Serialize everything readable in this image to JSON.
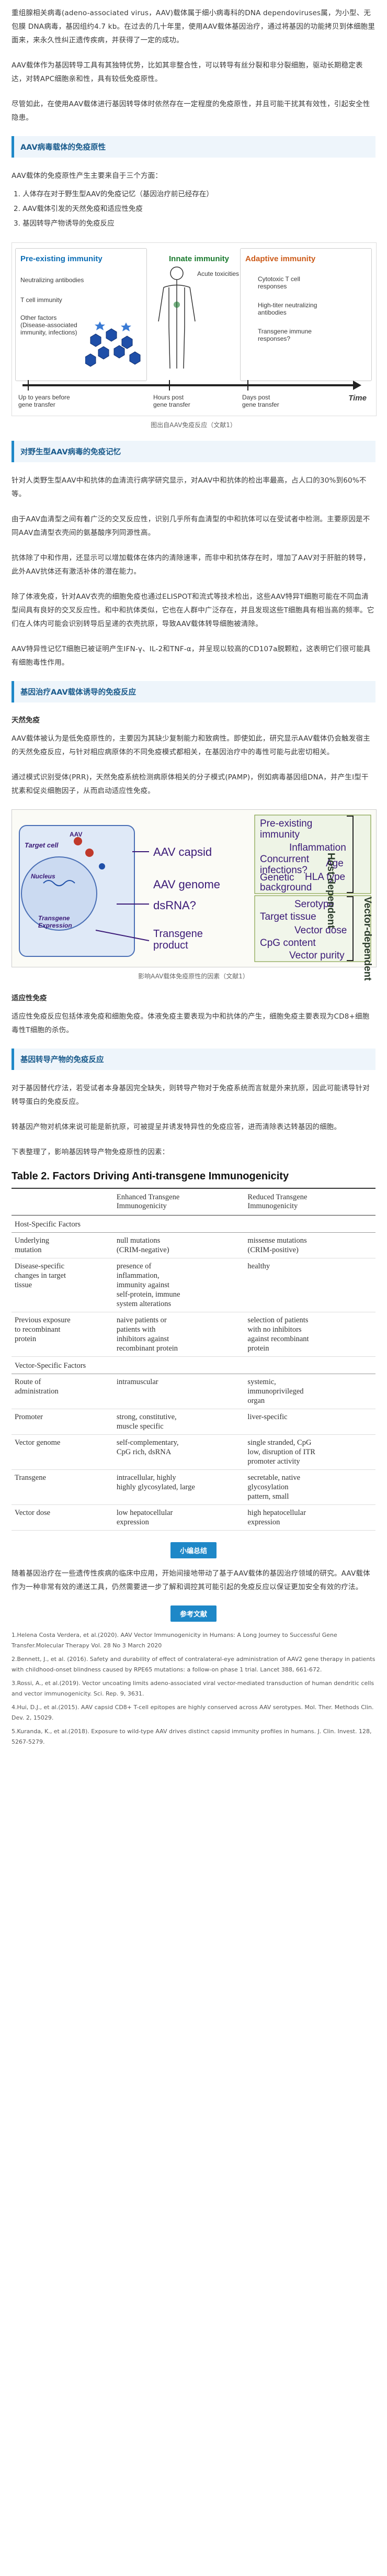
{
  "intro_paragraphs": [
    "重组腺相关病毒(adeno-associated virus，AAV)载体属于细小病毒科的DNA dependoviruses属，为小型、无包膜 DNA病毒，基因组约4.7 kb。在过去的几十年里，使用AAV载体基因治疗，通过将基因的功能拷贝到体细胞里面来，来永久性纠正遗传疾病，并获得了一定的成功。",
    "AAV载体作为基因转导工具有其独特优势，比如其非整合性，可以转导有丝分裂和非分裂细胞，驱动长期稳定表达，对转APC细胞亲和性，具有较低免疫原性。",
    "尽管如此，在使用AAV载体进行基因转导体时依然存在一定程度的免疫原性，并且可能干扰其有效性，引起安全性隐患。"
  ],
  "sec1": {
    "title": "AAV病毒载体的免疫原性",
    "lead": "AAV载体的免疫原性产生主要来自于三个方面：",
    "items": [
      "1. 人体存在对于野生型AAV的免疫记忆（基因治疗前已经存在）",
      "2. AAV载体引发的天然免疫和适应性免疫",
      "3. 基因转导产物诱导的免疫反应"
    ],
    "caption": "图出自AAV免疫反应（文献1）"
  },
  "fig1": {
    "pre_title": "Pre-existing immunity",
    "pre_items": [
      "Neutralizing antibodies",
      "T cell immunity",
      "Other factors\n(Disease-associated\nimmunity, infections)"
    ],
    "innate_title": "Innate immunity",
    "innate_items": [
      "Acute toxicities"
    ],
    "adaptive_title": "Adaptive immunity",
    "adaptive_items": [
      "Cytotoxic T cell\nresponses",
      "High-titer neutralizing\nantibodies",
      "Transgene immune\nresponses?"
    ],
    "bottom_labels": [
      "Up to years before\ngene transfer",
      "Hours post\ngene transfer",
      "Days post\ngene transfer"
    ],
    "time_label": "Time",
    "colors": {
      "pre": "#0b6db5",
      "innate": "#1a7a2e",
      "adaptive": "#cc5a18"
    }
  },
  "sec2": {
    "title": "对野生型AAV病毒的免疫记忆",
    "paragraphs": [
      "针对人类野生型AAV中和抗体的血清流行病学研究显示，对AAV中和抗体的检出率最高，占人口的30%到60%不等。",
      "由于AAV血清型之间有着广泛的交叉反应性，识别几乎所有血清型的中和抗体可以在受试者中检测。主要原因是不同AAV血清型衣壳间的氨基酸序列同源性高。",
      "抗体除了中和作用，还显示可以增加载体在体内的清除速率，而非中和抗体存在时，增加了AAV对于肝脏的转导，此外AAV抗体还有激活补体的潜在能力。",
      "除了体液免疫，针对AAV衣壳的细胞免疫也通过ELISPOT和流式等技术检出，这些AAV特异T细胞可能在不同血清型间具有良好的交叉反应性。和中和抗体类似，它也在人群中广泛存在，并且发现这些T细胞具有相当高的频率。它们在人体内可能会识别转导后呈递的衣壳抗原，导致AAV载体转导细胞被清除。",
      "AAV特异性记忆T细胞已被证明产生IFN-γ、IL-2和TNF-α，并呈现以较高的CD107a脱颗粒，这表明它们很可能具有细胞毒性作用。"
    ]
  },
  "sec3": {
    "title": "基因治疗AAV载体诱导的免疫反应",
    "sub": "天然免疫",
    "paragraphs": [
      "AAV载体被认为是低免疫原性的，主要因为其缺少复制能力和致病性。即使如此，研究显示AAV载体仍会触发宿主的天然免疫反应，与针对相应病原体的不同免疫模式都相关，在基因治疗中的毒性可能与此密切相关。",
      "通过模式识别受体(PRR)，天然免疫系统检测病原体相关的分子模式(PAMP)，例如病毒基因组DNA，并产生I型干扰素和促炎细胞因子，从而启动适应性免疫。"
    ],
    "caption": "影响AAV载体免疫原性的因素（文献1）"
  },
  "fig2": {
    "target_cell": "Target cell",
    "aav": "AAV",
    "nucleus": "Nucleus",
    "transgene_expression": "Transgene\nExpression",
    "aav_capsid": "AAV capsid",
    "aav_genome": "AAV genome",
    "dsrna": "dsRNA?",
    "transgene_product": "Transgene\nproduct",
    "host_items": [
      "Pre-existing\nimmunity",
      "Inflammation",
      "Concurrent\ninfections?",
      "Age",
      "HLA type",
      "Genetic\nbackground"
    ],
    "vector_items": [
      "Serotype",
      "Target tissue",
      "Vector dose",
      "CpG content",
      "Vector purity"
    ],
    "host_label": "Host-dependent",
    "vector_label": "Vector-dependent"
  },
  "sec4": {
    "sub": "适应性免疫",
    "paragraphs": [
      "适应性免疫反应包括体液免疫和细胞免疫。体液免疫主要表现为中和抗体的产生，细胞免疫主要表现为CD8+细胞毒性T细胞的杀伤。"
    ]
  },
  "sec5": {
    "title": "基因转导产物的免疫反应",
    "paragraphs": [
      "对于基因替代疗法，若受试者本身基因完全缺失，则转导产物对于免疫系统而言就是外来抗原，因此可能诱导针对转导蛋白的免疫反应。",
      "转基因产物对机体来说可能是新抗原，可被提呈并诱发特异性的免疫应答，进而清除表达转基因的细胞。",
      "下表整理了，影响基因转导产物免疫原性的因素："
    ]
  },
  "table": {
    "title": "Table 2. Factors Driving Anti-transgene Immunogenicity",
    "headers": [
      "",
      "Enhanced Transgene\nImmunogenicity",
      "Reduced Transgene\nImmunogenicity"
    ],
    "groups": [
      {
        "name": "Host-Specific Factors",
        "rows": [
          [
            "Underlying\nmutation",
            "null mutations\n(CRIM-negative)",
            "missense mutations\n(CRIM-positive)"
          ],
          [
            "Disease-specific\nchanges in target\ntissue",
            "presence of\ninflammation,\nimmunity against\nself-protein, immune\nsystem alterations",
            "healthy"
          ],
          [
            "Previous exposure\nto recombinant\nprotein",
            "naive patients or\npatients with\ninhibitors against\nrecombinant protein",
            "selection of patients\nwith no inhibitors\nagainst recombinant\nprotein"
          ]
        ]
      },
      {
        "name": "Vector-Specific Factors",
        "rows": [
          [
            "Route of\nadministration",
            "intramuscular",
            "systemic,\nimmunoprivileged\norgan"
          ],
          [
            "Promoter",
            "strong, constitutive,\nmuscle specific",
            "liver-specific"
          ],
          [
            "Vector genome",
            "self-complementary,\nCpG rich, dsRNA",
            "single stranded, CpG\nlow, disruption of ITR\npromoter activity"
          ],
          [
            "Transgene",
            "intracellular, highly\nhighly glycosylated, large",
            "secretable, native\nglycosylation\npattern, small"
          ],
          [
            "Vector dose",
            "low hepatocellular\nexpression",
            "high hepatocellular\nexpression"
          ]
        ]
      }
    ]
  },
  "summary": {
    "badge": "小编总结",
    "text": "随着基因治疗在一些遗传性疾病的临床中应用，开始间接地带动了基于AAV载体的基因治疗领域的研究。AAV载体作为一种非常有效的递送工具，仍然需要进一步了解和调控其可能引起的免疫反应以保证更加安全有效的疗法。"
  },
  "refs": {
    "badge": "参考文献",
    "items": [
      "1.Helena Costa Verdera, et al.(2020). AAV Vector Immunogenicity in Humans: A Long Journey to Successful Gene Transfer.Molecular Therapy Vol. 28 No 3 March 2020",
      "2.Bennett, J., et al. (2016). Safety and durability of effect of contralateral-eye administration of AAV2 gene therapy in patients with childhood-onset blindness caused by RPE65 mutations: a follow-on phase 1 trial. Lancet 388, 661-672.",
      "3.Rossi, A., et al.(2019). Vector uncoating limits adeno-associated viral vector-mediated transduction of human dendritic cells and vector immunogenicity. Sci. Rep. 9, 3631.",
      "4.Hui, D.J., et al.(2015). AAV capsid CD8+ T-cell epitopes are highly conserved across AAV serotypes. Mol. Ther. Methods Clin. Dev. 2, 15029.",
      "5.Kuranda, K., et al.(2018). Exposure to wild-type AAV drives distinct capsid immunity profiles in humans. J. Clin. Invest. 128, 5267-5279."
    ]
  }
}
